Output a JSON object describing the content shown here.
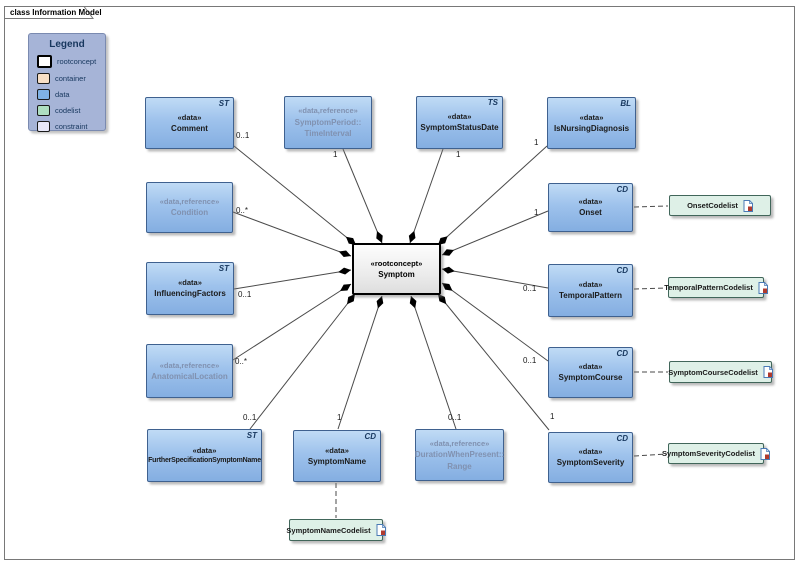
{
  "frame": {
    "title": "class Information Model"
  },
  "legend": {
    "title": "Legend",
    "items": [
      {
        "label": "rootconcept",
        "color": "#ffffff"
      },
      {
        "label": "container",
        "color": "#f7dfc6"
      },
      {
        "label": "data",
        "color": "#7fb2e5"
      },
      {
        "label": "codelist",
        "color": "#aedec0"
      },
      {
        "label": "constraint",
        "color": "#e7e7f8"
      }
    ]
  },
  "root": {
    "stereotype": "«rootconcept»",
    "name": "Symptom"
  },
  "nodes": [
    {
      "stereotype": "«data»",
      "name": "Comment",
      "type": "ST",
      "kind": "data"
    },
    {
      "stereotype": "«data,reference»",
      "name": "SymptomPeriod::\nTimeInterval",
      "type": "",
      "kind": "data-reference"
    },
    {
      "stereotype": "«data»",
      "name": "SymptomStatusDate",
      "type": "TS",
      "kind": "data"
    },
    {
      "stereotype": "«data»",
      "name": "IsNursingDiagnosis",
      "type": "BL",
      "kind": "data"
    },
    {
      "stereotype": "«data,reference»",
      "name": "Condition",
      "type": "",
      "kind": "data-reference"
    },
    {
      "stereotype": "«data»",
      "name": "InfluencingFactors",
      "type": "ST",
      "kind": "data"
    },
    {
      "stereotype": "«data,reference»",
      "name": "AnatomicalLocation",
      "type": "",
      "kind": "data-reference"
    },
    {
      "stereotype": "«data»",
      "name": "FurtherSpecificationSymptomName",
      "type": "ST",
      "kind": "data"
    },
    {
      "stereotype": "«data»",
      "name": "SymptomName",
      "type": "CD",
      "kind": "data"
    },
    {
      "stereotype": "«data,reference»",
      "name": "DurationWhenPresent::\nRange",
      "type": "",
      "kind": "data-reference"
    },
    {
      "stereotype": "«data»",
      "name": "Onset",
      "type": "CD",
      "kind": "data"
    },
    {
      "stereotype": "«data»",
      "name": "TemporalPattern",
      "type": "CD",
      "kind": "data"
    },
    {
      "stereotype": "«data»",
      "name": "SymptomCourse",
      "type": "CD",
      "kind": "data"
    },
    {
      "stereotype": "«data»",
      "name": "SymptomSeverity",
      "type": "CD",
      "kind": "data"
    }
  ],
  "edges": [
    {
      "from": "Comment",
      "to": "Symptom",
      "multiplicity": "0..1"
    },
    {
      "from": "SymptomPeriod::TimeInterval",
      "to": "Symptom",
      "multiplicity": "1"
    },
    {
      "from": "SymptomStatusDate",
      "to": "Symptom",
      "multiplicity": "1"
    },
    {
      "from": "IsNursingDiagnosis",
      "to": "Symptom",
      "multiplicity": "1"
    },
    {
      "from": "Condition",
      "to": "Symptom",
      "multiplicity": "0..*"
    },
    {
      "from": "InfluencingFactors",
      "to": "Symptom",
      "multiplicity": "0..1"
    },
    {
      "from": "AnatomicalLocation",
      "to": "Symptom",
      "multiplicity": "0..*"
    },
    {
      "from": "FurtherSpecificationSymptomName",
      "to": "Symptom",
      "multiplicity": "0..1"
    },
    {
      "from": "SymptomName",
      "to": "Symptom",
      "multiplicity": "1"
    },
    {
      "from": "DurationWhenPresent::Range",
      "to": "Symptom",
      "multiplicity": "0..1"
    },
    {
      "from": "Onset",
      "to": "Symptom",
      "multiplicity": "1"
    },
    {
      "from": "TemporalPattern",
      "to": "Symptom",
      "multiplicity": "0..1"
    },
    {
      "from": "SymptomCourse",
      "to": "Symptom",
      "multiplicity": "0..1"
    },
    {
      "from": "SymptomSeverity",
      "to": "Symptom",
      "multiplicity": "1"
    }
  ],
  "codelists": [
    {
      "name": "OnsetCodelist",
      "linked_class": "Onset"
    },
    {
      "name": "TemporalPatternCodelist",
      "linked_class": "TemporalPattern"
    },
    {
      "name": "SymptomCourseCodelist",
      "linked_class": "SymptomCourse"
    },
    {
      "name": "SymptomSeverityCodelist",
      "linked_class": "SymptomSeverity"
    },
    {
      "name": "SymptomNameCodelist",
      "linked_class": "SymptomName"
    }
  ],
  "colors": {
    "data_fill": "#9ec2ec",
    "data_border": "#3f618f",
    "reference_text": "#8091b0",
    "codelist_fill": "#def0e7",
    "legend_fill": "#a6b4d7",
    "accent_text": "#17375e",
    "line": "#4a4a4a"
  }
}
